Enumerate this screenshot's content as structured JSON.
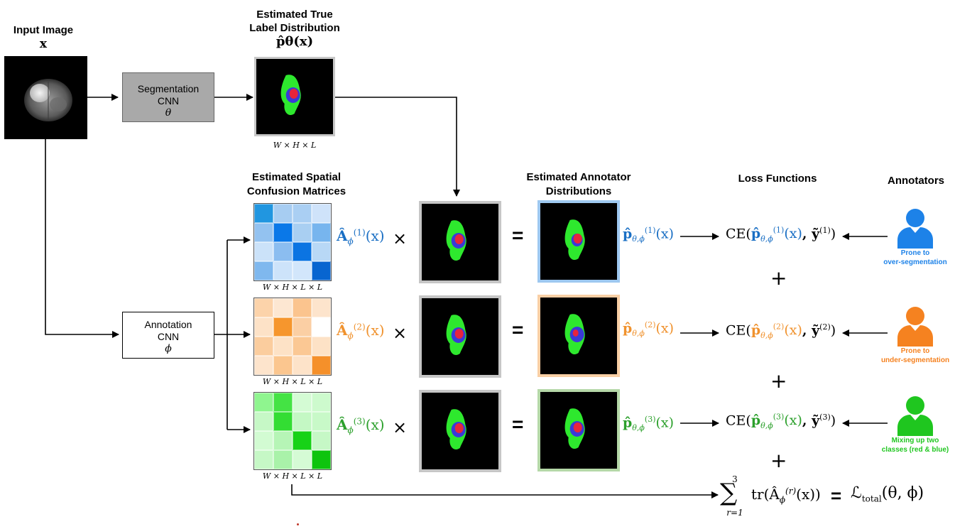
{
  "input": {
    "title": "Input Image",
    "symbol": "x"
  },
  "true_label": {
    "title_line1": "Estimated True",
    "title_line2": "Label Distribution",
    "symbol": "p̂θ(x)",
    "dims": "W × H × L"
  },
  "segmentation_cnn": {
    "line1": "Segmentation",
    "line2": "CNN",
    "param": "θ"
  },
  "annotation_cnn": {
    "line1": "Annotation",
    "line2": "CNN",
    "param": "ϕ"
  },
  "confusion": {
    "title_line1": "Estimated Spatial",
    "title_line2": "Confusion Matrices",
    "dims": "W × H × L × L"
  },
  "annotator_dist": {
    "title_line1": "Estimated Annotator",
    "title_line2": "Distributions"
  },
  "loss": {
    "title": "Loss Functions",
    "total_sum": "∑",
    "total_upper": "3",
    "total_lower": "r=1",
    "total_trace": "tr(Â",
    "total_trace_sub": "ϕ",
    "total_trace_sup": "(r)",
    "total_trace_end": "(x))",
    "total_eq": "=",
    "total_rhs": "ℒ",
    "total_rhs_sub": "total",
    "total_rhs_args": "(θ, ϕ)"
  },
  "annotators_title": "Annotators",
  "operators": {
    "times": "×",
    "equals": "=",
    "plus": "+"
  },
  "rows": [
    {
      "color": "#1a6fc4",
      "A_base": "Â",
      "A_sub": "ϕ",
      "A_sup": "(1)",
      "A_args": "(x)",
      "p_base": "p̂",
      "p_sub": "θ,ϕ",
      "p_sup": "(1)",
      "p_args": "(x)",
      "ce_pre": "CE(",
      "ce_p": "p̂",
      "ce_p_sub": "θ,ϕ",
      "ce_p_sup": "(1)",
      "ce_p_args": "(x)",
      "ce_y": ", ỹ",
      "ce_y_sup": "(1)",
      "ce_post": ")",
      "annotator_note_line1": "Prone to",
      "annotator_note_line2": "over-segmentation",
      "annotator_icon_color": "#1d82e8",
      "frame_color": "#9ec8f0",
      "matrix": [
        [
          "#2196e0",
          "#a7cdf2",
          "#aacff3",
          "#cfe3fa"
        ],
        [
          "#93c2f0",
          "#0a78e8",
          "#a9cff2",
          "#77b5ee"
        ],
        [
          "#cbe2f9",
          "#8bbdf0",
          "#0b74e2",
          "#b8d8f6"
        ],
        [
          "#7fb8ee",
          "#cde3fa",
          "#d2e6fb",
          "#0865d0"
        ]
      ]
    },
    {
      "color": "#f0922e",
      "A_base": "Â",
      "A_sub": "ϕ",
      "A_sup": "(2)",
      "A_args": "(x)",
      "p_base": "p̂",
      "p_sub": "θ,ϕ",
      "p_sup": "(2)",
      "p_args": "(x)",
      "ce_pre": "CE(",
      "ce_p": "p̂",
      "ce_p_sub": "θ,ϕ",
      "ce_p_sup": "(2)",
      "ce_p_args": "(x)",
      "ce_y": ", ỹ",
      "ce_y_sup": "(2)",
      "ce_post": ")",
      "annotator_note_line1": "Prone to",
      "annotator_note_line2": "under-segmentation",
      "annotator_icon_color": "#f58220",
      "frame_color": "#f9cfa5",
      "matrix": [
        [
          "#fcd3aa",
          "#fde7d2",
          "#fbc48e",
          "#fde4cc"
        ],
        [
          "#fde2c7",
          "#f6962d",
          "#fbcfa4",
          "#ffffff"
        ],
        [
          "#fbcd9e",
          "#fde2c6",
          "#fbc894",
          "#fde2c6"
        ],
        [
          "#fde4cc",
          "#fbc68f",
          "#fde3c9",
          "#f5902a"
        ]
      ]
    },
    {
      "color": "#2ca02c",
      "A_base": "Â",
      "A_sub": "ϕ",
      "A_sup": "(3)",
      "A_args": "(x)",
      "p_base": "p̂",
      "p_sub": "θ,ϕ",
      "p_sup": "(3)",
      "p_args": "(x)",
      "ce_pre": "CE(",
      "ce_p": "p̂",
      "ce_p_sub": "θ,ϕ",
      "ce_p_sup": "(3)",
      "ce_p_args": "(x)",
      "ce_y": ", ỹ",
      "ce_y_sup": "(3)",
      "ce_post": ")",
      "annotator_note_line1": "Mixing up two",
      "annotator_note_line2": "classes (red & blue)",
      "annotator_icon_color": "#1fc61f",
      "frame_color": "#b5d8a8",
      "matrix": [
        [
          "#8ff58f",
          "#44e344",
          "#d4fbd4",
          "#cdfacd"
        ],
        [
          "#c6f8c6",
          "#33dd33",
          "#c4f8c4",
          "#c8f9c8"
        ],
        [
          "#d2fbd2",
          "#b6f5b6",
          "#17d217",
          "#c6f8c6"
        ],
        [
          "#c6f8c6",
          "#a9f2a9",
          "#d5fbd5",
          "#0ec40e"
        ]
      ]
    }
  ]
}
